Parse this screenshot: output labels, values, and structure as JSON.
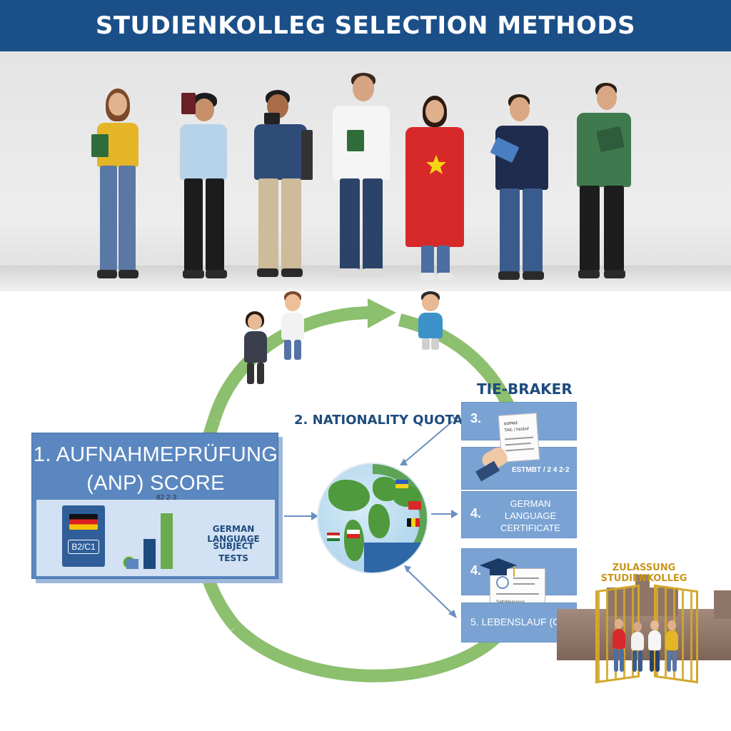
{
  "header": {
    "title": "STUDIENKOLLEG SELECTION METHODS"
  },
  "diagram": {
    "anp": {
      "title_line1": "1. AUFNAHMEPRÜFUNG",
      "title_line2": "(ANP) SCORE",
      "certificate_level": "B2/C1",
      "chart_label": "82 2·3",
      "text1": "GERMAN LANGUAGE",
      "text2": "SUBJECT",
      "text3": "TESTS"
    },
    "quota": {
      "label": "2. NATIONALITY QUOTA"
    },
    "tiebreaker": {
      "label": "TIE-BRAKER",
      "step3_number": "3.",
      "step3_doc_line1": "ɢᴏᴘᴍᴢ",
      "step3_doc_line2": "TAIL / hssbuf",
      "step3_caption": "ESTMBT / 2 4 2·2",
      "step4a_number": "4.",
      "step4a_text": "GERMAN LANGUAGE CERTIFICATE",
      "step4b_number": "4.",
      "step4b_doc_line": "Sattoltwasouss",
      "step5_text": "5. LEBENSLAUF (CV)"
    },
    "zulassung": {
      "label_line1": "ZULASSUNG",
      "label_line2": "STUDIENKOLLEG"
    }
  },
  "colors": {
    "header_bg": "#1b4f88",
    "ring_green": "#8cbf6e",
    "box_blue": "#5b87c0",
    "step_blue": "#7aa3d3",
    "title_text": "#1e4b7e",
    "gold": "#c9961a"
  },
  "icons": [
    "passport-icon",
    "graduation-cap-icon",
    "globe-icon",
    "certificate-icon",
    "gate-icon"
  ]
}
